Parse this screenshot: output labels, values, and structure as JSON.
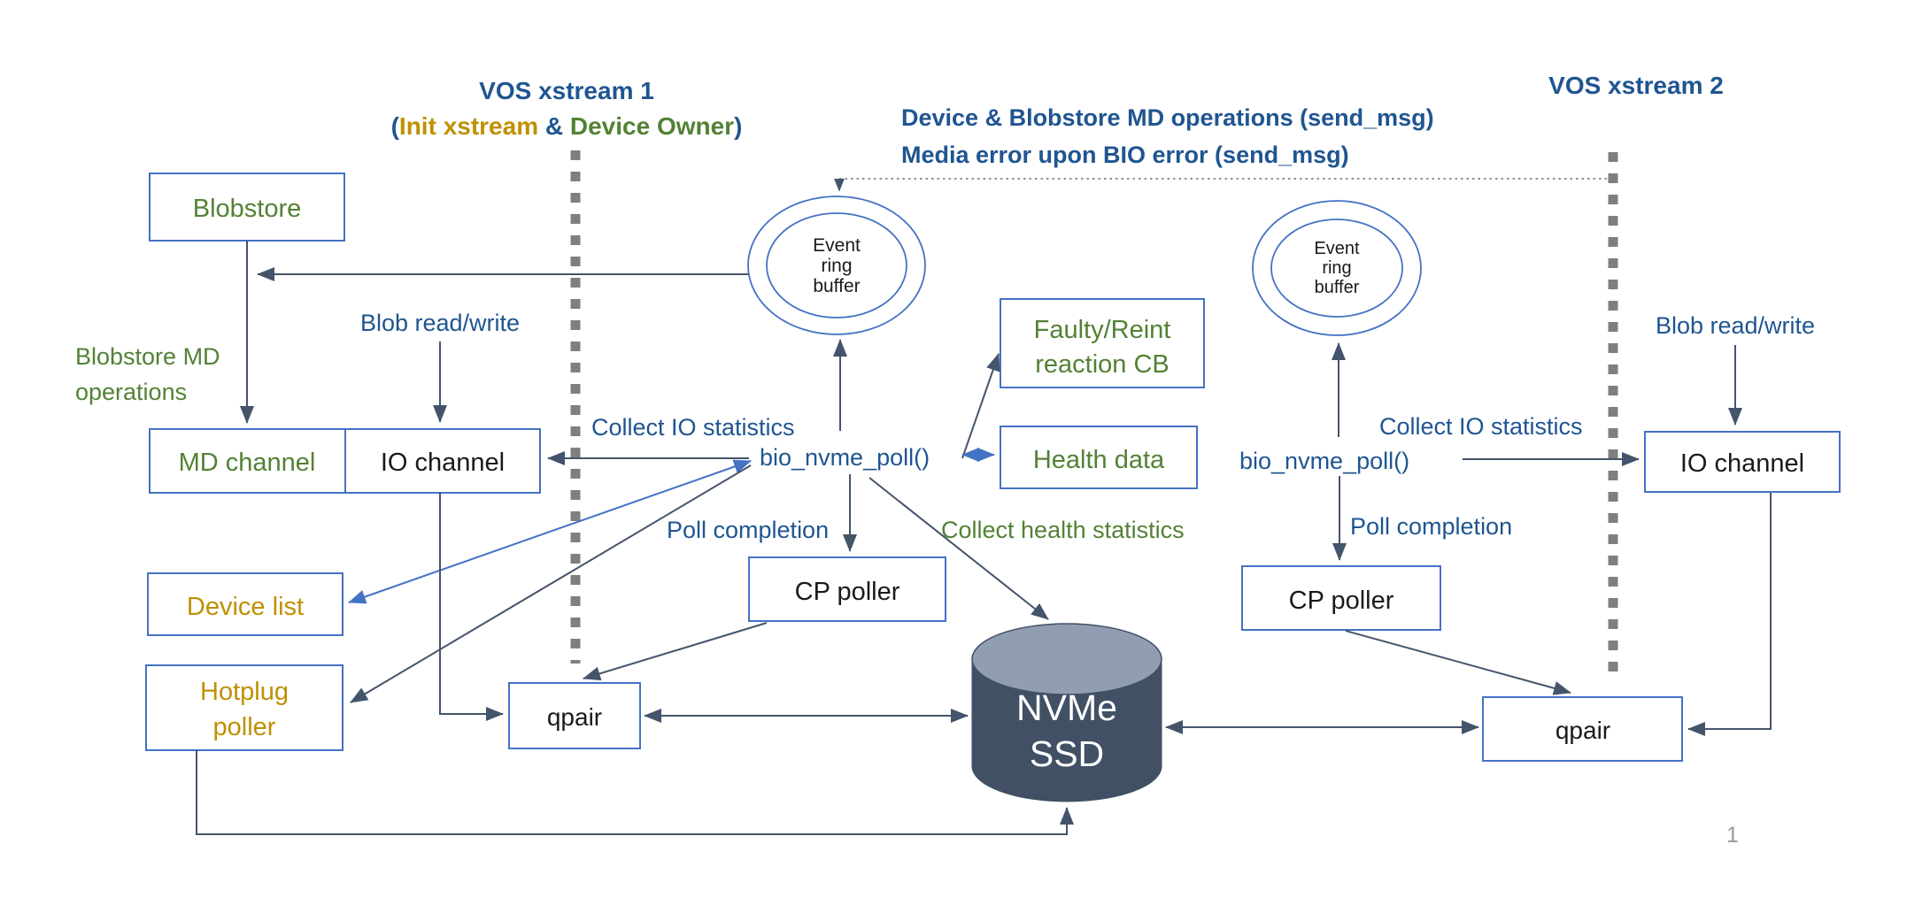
{
  "colors": {
    "border_blue": "#4472C4",
    "accent_blue": "#4472C4",
    "dark_blue": "#1F5591",
    "green": "#538135",
    "gold": "#BF9000",
    "line": "#44546A",
    "dotted": "#5C6E84",
    "dash_gray": "#7F7F7F",
    "cylinder_body": "#415065",
    "cylinder_top": "#919DB1",
    "page_gray": "#999999"
  },
  "header": {
    "xstream1_title": "VOS xstream 1",
    "xstream1_subtitle": {
      "open": "(",
      "init": "Init xstream",
      "amp": " & ",
      "owner": "Device Owner",
      "close": ")"
    },
    "xstream2_title": "VOS xstream 2",
    "msg_line1": "Device & Blobstore MD operations (send_msg)",
    "msg_line2": "Media error upon BIO error (send_msg)"
  },
  "nodes": {
    "blobstore": "Blobstore",
    "md_channel": "MD channel",
    "io_channel_1": "IO channel",
    "device_list": "Device list",
    "hotplug_line1": "Hotplug",
    "hotplug_line2": "poller",
    "event_ring_1": {
      "l1": "Event",
      "l2": "ring",
      "l3": "buffer"
    },
    "event_ring_2": {
      "l1": "Event",
      "l2": "ring",
      "l3": "buffer"
    },
    "bio_nvme_poll_1": "bio_nvme_poll()",
    "bio_nvme_poll_2": "bio_nvme_poll()",
    "cp_poller_1": "CP poller",
    "cp_poller_2": "CP poller",
    "qpair_1": "qpair",
    "qpair_2": "qpair",
    "faulty_line1": "Faulty/Reint",
    "faulty_line2": "reaction CB",
    "health_data": "Health data",
    "nvme_line1": "NVMe",
    "nvme_line2": "SSD",
    "io_channel_2": "IO channel"
  },
  "labels": {
    "blobstore_md_line1": "Blobstore MD",
    "blobstore_md_line2": "operations",
    "blob_read_write_1": "Blob read/write",
    "blob_read_write_2": "Blob read/write",
    "collect_io_1": "Collect IO statistics",
    "collect_io_2": "Collect IO statistics",
    "poll_completion_1": "Poll completion",
    "poll_completion_2": "Poll completion",
    "collect_health": "Collect health statistics"
  },
  "footer": {
    "page_number": "1"
  }
}
